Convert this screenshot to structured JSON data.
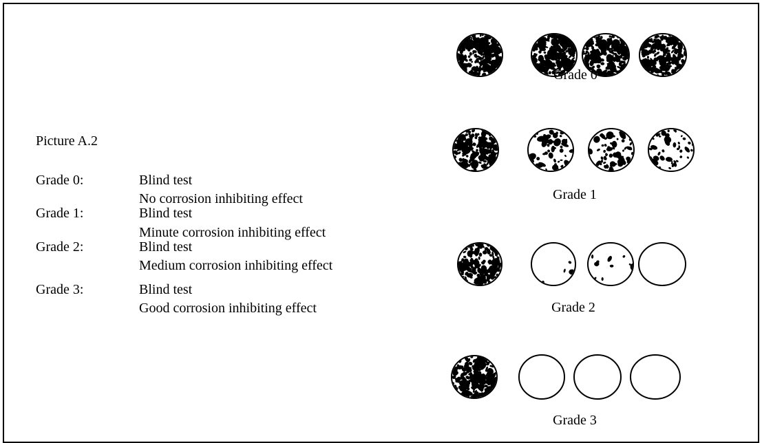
{
  "picture_title": "Picture A.2",
  "grades": [
    {
      "label": "Grade 0:",
      "line1": "Blind test",
      "line2": "No corrosion inhibiting effect"
    },
    {
      "label": "Grade 1:",
      "line1": "Blind test",
      "line2": "Minute corrosion inhibiting effect"
    },
    {
      "label": "Grade 2:",
      "line1": "Blind test",
      "line2": "Medium corrosion inhibiting effect"
    },
    {
      "label": "Grade 3:",
      "line1": "Blind test",
      "line2": "Good corrosion inhibiting effect"
    }
  ],
  "figure_captions": [
    "Grade 0",
    "Grade 1",
    "Grade 2",
    "Grade 3"
  ]
}
